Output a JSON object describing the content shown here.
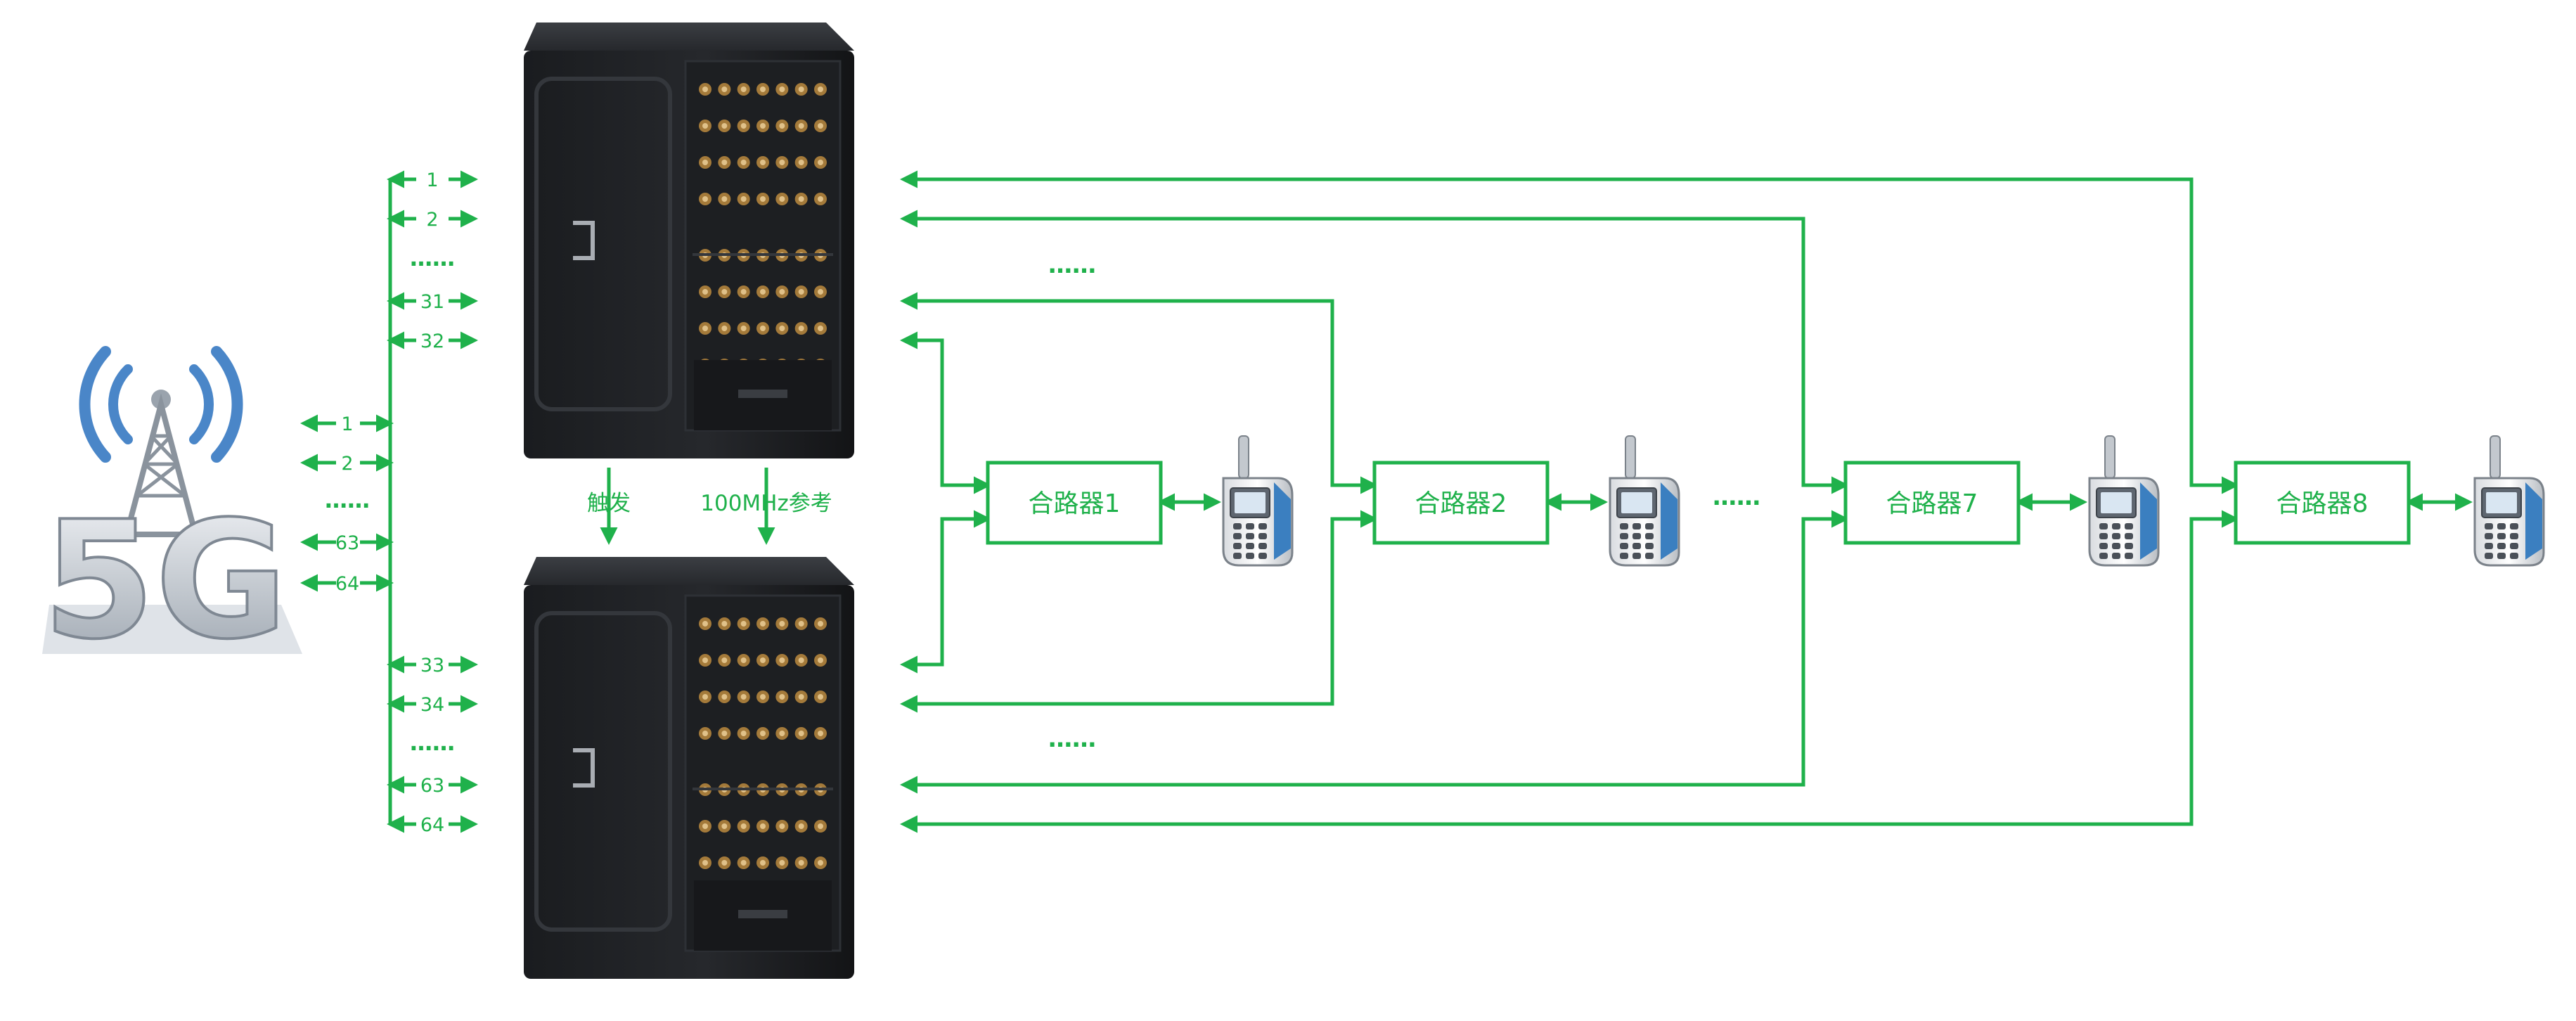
{
  "colors": {
    "line": "#1fb14b",
    "text": "#1fb14b",
    "device_dark": "#1b1d20",
    "device_mid": "#2a2c30",
    "device_light": "#3a3d42",
    "phone_blue": "#3b7fc0",
    "tower_blue": "#4a86c8"
  },
  "icons": {
    "tower": "5g-tower-icon",
    "phone": "mobile-phone-icon",
    "device": "rf-channel-emulator-icon"
  },
  "tower": {
    "logo_text": "5G",
    "ports": [
      "1",
      "2",
      "……",
      "63",
      "64"
    ]
  },
  "splitter": {
    "upper_ports": [
      "1",
      "2",
      "……",
      "31",
      "32"
    ],
    "lower_ports": [
      "33",
      "34",
      "……",
      "63",
      "64"
    ]
  },
  "links": {
    "trigger_label": "触发",
    "ref_label": "100MHz参考"
  },
  "ellipsis": {
    "upper": "……",
    "lower": "……",
    "combiners": "……"
  },
  "combiners": [
    {
      "label": "合路器1"
    },
    {
      "label": "合路器2"
    },
    {
      "label": "合路器7"
    },
    {
      "label": "合路器8"
    }
  ]
}
